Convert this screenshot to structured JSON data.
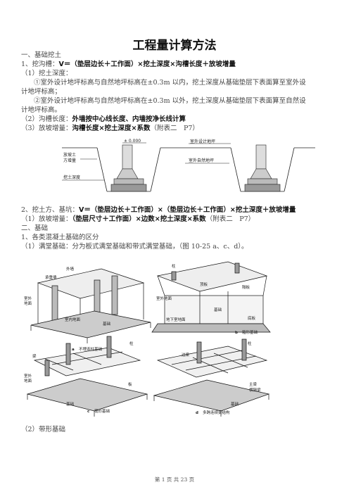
{
  "title": "工程量计算方法",
  "s1": "一、基础挖土",
  "l1_pre": "1、挖沟槽：",
  "l1_bold": "V＝（垫层边长＋工作面）×挖土深度×沟槽长度＋放坡增量",
  "l2": "（1）挖土深度：",
  "l3": "①室外设计地坪标高与自然地坪标高在±0.3m 以内，挖土深度从基础垫层下表面算至室外设",
  "l4": "计地坪标高；",
  "l5": "②室外设计地坪标高与自然地坪标高在±0.3m 以外，挖土深度从基础垫层下表面算至自然设",
  "l6": "计地坪标高。",
  "l7_pre": "（2）沟槽长度：",
  "l7_bold": "外墙按中心线长度、内墙按净长线计算",
  "l8_pre": "（3）放坡增量：",
  "l8_bold": "沟槽长度×挖土深度×系数",
  "l8_post": "（附表二　P7）",
  "fig1": {
    "label_elev": "± 0.000",
    "label_design": "室外设计地坪",
    "label_natural": "室外自然地坪",
    "label_backfill1": "放坡土",
    "label_backfill2": "方增量",
    "label_depth": "挖土深度"
  },
  "l9_pre": "2、挖土方、基坑：",
  "l9_bold": "V＝（垫层边长＋工作面）×（垫层边长＋工作面）×挖土深度＋放坡增量",
  "l10_pre": "（1）放坡增量：",
  "l10_bold": "（垫层尺寸＋工作面）×边数×挖土深度×系数",
  "l10_post": "（附表二　P7）",
  "s2": "二、基础",
  "l11": "1、各类混凝土基础的区分",
  "l12": "（1）满堂基础：分为板式满堂基础和带式满堂基础，（图 10-25 a、c、d）。",
  "fig2": {
    "a_wall": "外墙",
    "a_bearing": "承重墙",
    "a_outdoor": "室外",
    "a_ground": "地面",
    "a_indoor": "室内地面",
    "a_base": "基础",
    "a_caption_letter": "a",
    "a_caption": "不埋连柱基础",
    "b_column": "柱",
    "b_slab": "顶板",
    "b_partition": "隔板",
    "b_outdoor": "室外地面",
    "b_base": "基础",
    "b_basement": "地下室地面",
    "b_bottom": "底板",
    "b_caption_letter": "b",
    "b_caption": "箱形基础",
    "c_column": "柱",
    "c_beam": "梁",
    "c_outdoor": "室外",
    "c_ground": "地面",
    "c_slab": "板",
    "c_base": "基础",
    "c_caption_letter": "c",
    "c_caption": "筏形基础",
    "d_column": "柱",
    "d_edge": "边梁",
    "d_main": "主梁",
    "d_secondary": "横隔梁",
    "d_base": "基础",
    "d_caption_letter": "d",
    "d_caption": "多跨连续梁结构"
  },
  "l13": "（2）带形基础",
  "footer": "第 1 页 共 23 页"
}
